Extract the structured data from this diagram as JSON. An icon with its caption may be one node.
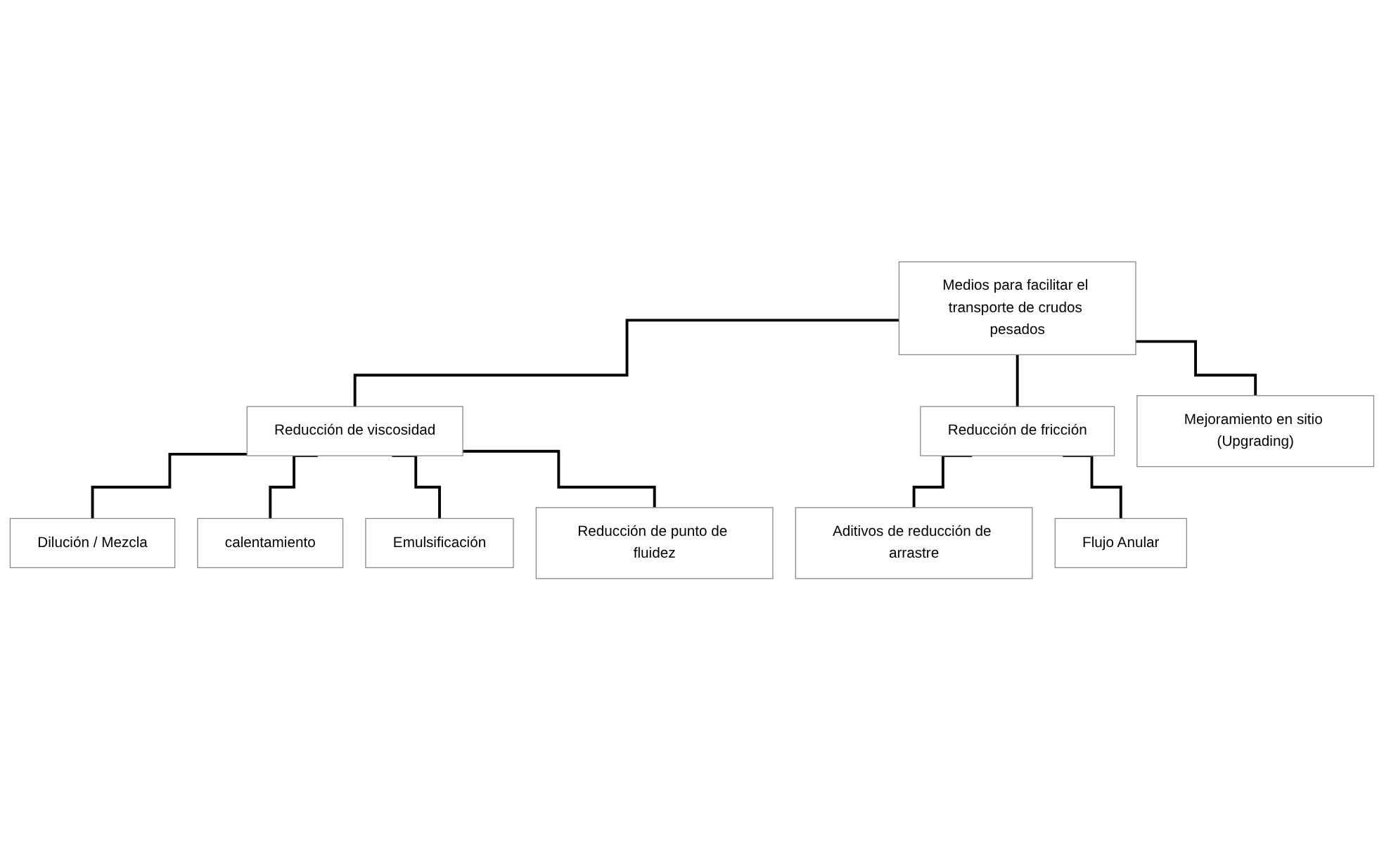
{
  "diagram": {
    "nodes": [
      {
        "text": [
          "Medios para facilitar el transporte de crudos pesados"
        ]
      },
      {
        "text": [
          "Reducción de viscosidad"
        ]
      },
      {
        "text": [
          "Reducción de fricción"
        ]
      },
      {
        "text": [
          "Mejoramiento en sitio (Upgrading)"
        ]
      },
      {
        "text": [
          "Dilución / Mezcla"
        ]
      },
      {
        "text": [
          "calentamiento"
        ]
      },
      {
        "text": [
          "Emulsificación"
        ]
      },
      {
        "text": [
          "Reducción de punto de fluidez"
        ]
      },
      {
        "text": [
          "Aditivos de reducción de arrastre"
        ]
      },
      {
        "text": [
          "Flujo Anular"
        ]
      }
    ],
    "edges": [
      {
        "from": 0,
        "to": 1,
        "arrow": "none"
      },
      {
        "from": 0,
        "to": 2,
        "arrow": "none"
      },
      {
        "from": 0,
        "to": 3,
        "arrow": "none"
      },
      {
        "from": 1,
        "to": 4,
        "arrow": "none"
      },
      {
        "from": 1,
        "to": 5,
        "arrow": "none"
      },
      {
        "from": 1,
        "to": 6,
        "arrow": "none"
      },
      {
        "from": 1,
        "to": 7,
        "arrow": "none"
      },
      {
        "from": 2,
        "to": 8,
        "arrow": "none"
      },
      {
        "from": 2,
        "to": 9,
        "arrow": "none"
      }
    ]
  }
}
